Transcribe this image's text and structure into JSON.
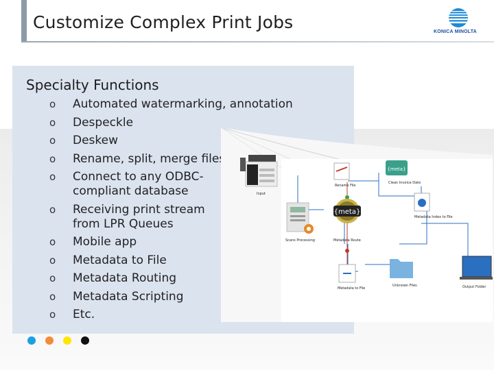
{
  "header": {
    "title": "Customize Complex Print Jobs",
    "logo_text": "KONICA MINOLTA"
  },
  "panel": {
    "title": "Specialty Functions",
    "bullet_marker": "o",
    "items": [
      "Automated watermarking, annotation",
      "Despeckle",
      "Deskew",
      "Rename, split, merge files",
      "Connect to any ODBC-compliant database",
      "Receiving print stream from LPR Queues",
      "Mobile app",
      "Metadata to File",
      "Metadata Routing",
      "Metadata Scripting",
      "Etc."
    ]
  },
  "diagram": {
    "labels": {
      "device": "Input",
      "rename": "Rename File",
      "clean": "Clean Invoice Date",
      "scanner": "Scans Processing",
      "meta_center": "Metadata Route",
      "meta_small": "{meta}",
      "meta_big": "{meta}",
      "index": "Metadata Index to File",
      "meta_file": "Metadata to File",
      "unknown": "Unknown Files",
      "output": "Output Folder"
    }
  },
  "colors": {
    "panel_bg": "#dbe3ef",
    "accent_blue": "#1a4f9c",
    "dots": [
      "#1ba1e2",
      "#f28c38",
      "#ffe600",
      "#111111"
    ]
  }
}
